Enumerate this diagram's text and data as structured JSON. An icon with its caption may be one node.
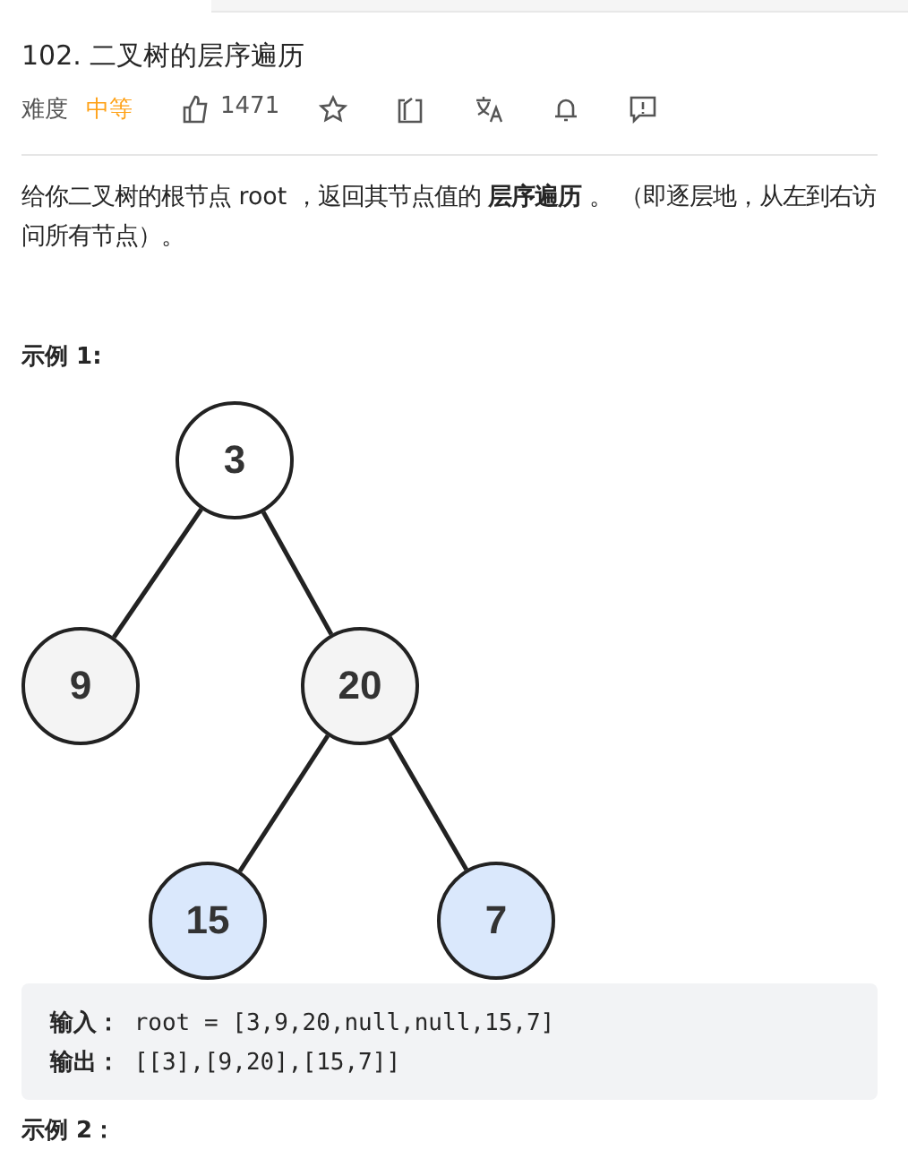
{
  "diagram": {
    "title": "102. 二叉树的层序遍历",
    "nodes": [
      {
        "text": [
          "3"
        ]
      },
      {
        "text": [
          "9"
        ]
      },
      {
        "text": [
          "20"
        ]
      },
      {
        "text": [
          "15"
        ]
      },
      {
        "text": [
          "7"
        ]
      }
    ],
    "edges": [
      {
        "from": 0,
        "to": 1,
        "arrow": "none"
      },
      {
        "from": 0,
        "to": 2,
        "arrow": "none"
      },
      {
        "from": 2,
        "to": 3,
        "arrow": "none"
      },
      {
        "from": 2,
        "to": 4,
        "arrow": "none"
      }
    ],
    "labels": [
      "难度",
      "中等",
      "1471",
      "给你二叉树的根节点 root ，返回其节点值的 **层序遍历** 。 （即逐层地，从左到右访问所有节点）。",
      "示例 1:",
      "**输入：** root = [3,9,20,null,null,15,7]",
      "**输出：** [[3],[9,20],[15,7]]",
      "示例 2："
    ]
  }
}
